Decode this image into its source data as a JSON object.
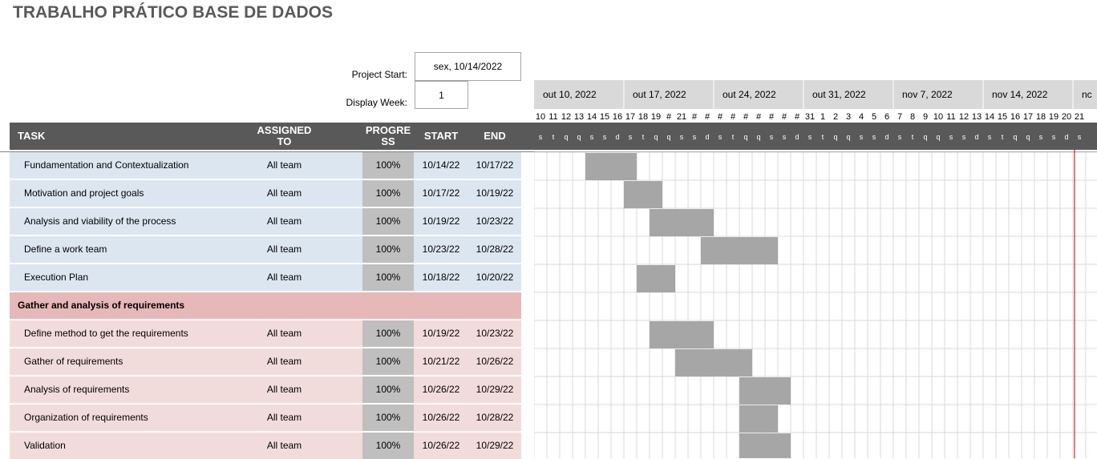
{
  "title": "TRABALHO PRÁTICO BASE DE DADOS",
  "project_start_label": "Project Start:",
  "project_start_value": "sex, 10/14/2022",
  "display_week_label": "Display Week:",
  "display_week_value": "1",
  "columns": {
    "task": "TASK",
    "assigned_line1": "ASSIGNED",
    "assigned_line2": "TO",
    "progress_line1": "PROGRE",
    "progress_line2": "SS",
    "start": "START",
    "end": "END"
  },
  "weeks": [
    "out 10, 2022",
    "out 17, 2022",
    "out 24, 2022",
    "out 31, 2022",
    "nov 7, 2022",
    "nov 14, 2022",
    "nc"
  ],
  "day_numbers": [
    "10",
    "11",
    "12",
    "13",
    "14",
    "15",
    "16",
    "17",
    "18",
    "19",
    "#",
    "21",
    "#",
    "#",
    "#",
    "#",
    "#",
    "#",
    "#",
    "#",
    "#",
    "31",
    "1",
    "2",
    "3",
    "4",
    "5",
    "6",
    "7",
    "8",
    "9",
    "10",
    "11",
    "12",
    "13",
    "14",
    "15",
    "16",
    "17",
    "18",
    "19",
    "20",
    "21"
  ],
  "day_letters": [
    "s",
    "t",
    "q",
    "q",
    "s",
    "s",
    "d",
    "s",
    "t",
    "q",
    "q",
    "s",
    "s",
    "d",
    "s",
    "t",
    "q",
    "q",
    "s",
    "s",
    "d",
    "s",
    "t",
    "q",
    "q",
    "s",
    "s",
    "d",
    "s",
    "t",
    "q",
    "q",
    "s",
    "s",
    "d",
    "s",
    "t",
    "q",
    "q",
    "s",
    "s",
    "d",
    "s"
  ],
  "colors": {
    "header_bg": "#595959",
    "blue_row": "#dce6f1",
    "phase_row": "#e6b8b7",
    "pink_row": "#f2dcdb",
    "progress_bg": "#bfbfbf",
    "bar": "#a6a6a6",
    "week_header_bg": "#d9d9d9",
    "today_line": "#c00000"
  },
  "rows": [
    {
      "type": "task",
      "group": "blue",
      "task": "Fundamentation and Contextualization",
      "assigned": "All team",
      "progress": "100%",
      "start": "10/14/22",
      "end": "10/17/22",
      "bar_start": 4,
      "bar_days": 4
    },
    {
      "type": "task",
      "group": "blue",
      "task": "Motivation and project goals",
      "assigned": "All team",
      "progress": "100%",
      "start": "10/17/22",
      "end": "10/19/22",
      "bar_start": 7,
      "bar_days": 3
    },
    {
      "type": "task",
      "group": "blue",
      "task": "Analysis and viability of the process",
      "assigned": "All team",
      "progress": "100%",
      "start": "10/19/22",
      "end": "10/23/22",
      "bar_start": 9,
      "bar_days": 5
    },
    {
      "type": "task",
      "group": "blue",
      "task": "Define a work team",
      "assigned": "All team",
      "progress": "100%",
      "start": "10/23/22",
      "end": "10/28/22",
      "bar_start": 13,
      "bar_days": 6
    },
    {
      "type": "task",
      "group": "blue",
      "task": "Execution Plan",
      "assigned": "All team",
      "progress": "100%",
      "start": "10/18/22",
      "end": "10/20/22",
      "bar_start": 8,
      "bar_days": 3
    },
    {
      "type": "phase",
      "task": "Gather and analysis of requirements"
    },
    {
      "type": "task",
      "group": "pink",
      "task": "Define method to get the requirements",
      "assigned": "All team",
      "progress": "100%",
      "start": "10/19/22",
      "end": "10/23/22",
      "bar_start": 9,
      "bar_days": 5
    },
    {
      "type": "task",
      "group": "pink",
      "task": "Gather of requirements",
      "assigned": "All team",
      "progress": "100%",
      "start": "10/21/22",
      "end": "10/26/22",
      "bar_start": 11,
      "bar_days": 6
    },
    {
      "type": "task",
      "group": "pink",
      "task": "Analysis of requirements",
      "assigned": "All team",
      "progress": "100%",
      "start": "10/26/22",
      "end": "10/29/22",
      "bar_start": 16,
      "bar_days": 4
    },
    {
      "type": "task",
      "group": "pink",
      "task": "Organization of requirements",
      "assigned": "All team",
      "progress": "100%",
      "start": "10/26/22",
      "end": "10/28/22",
      "bar_start": 16,
      "bar_days": 3
    },
    {
      "type": "task",
      "group": "pink",
      "task": "Validation",
      "assigned": "All team",
      "progress": "100%",
      "start": "10/26/22",
      "end": "10/29/22",
      "bar_start": 16,
      "bar_days": 4
    }
  ]
}
